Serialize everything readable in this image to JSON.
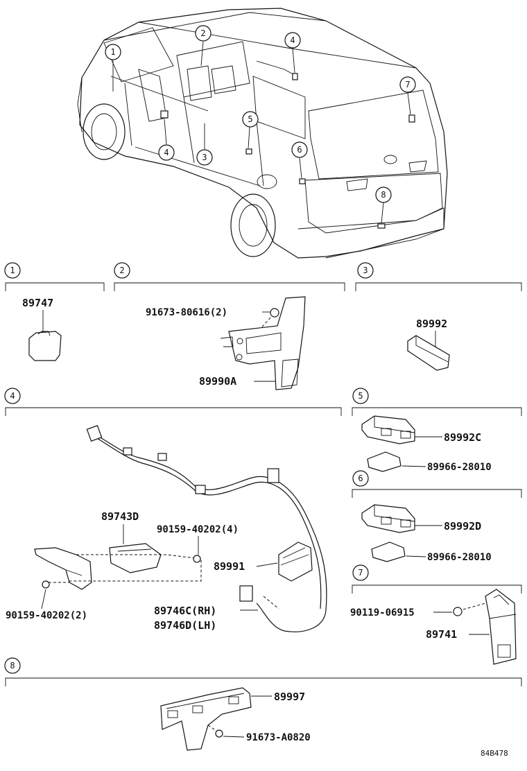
{
  "callouts": {
    "1": "1",
    "2": "2",
    "3": "3",
    "4": "4",
    "5": "5",
    "6": "6",
    "7": "7",
    "8": "8"
  },
  "sections": {
    "s1": {
      "number": "1",
      "parts": [
        "89747"
      ]
    },
    "s2": {
      "number": "2",
      "parts": [
        "91673-80616(2)",
        "89990A"
      ]
    },
    "s3": {
      "number": "3",
      "parts": [
        "89992"
      ]
    },
    "s4": {
      "number": "4",
      "parts": [
        "89743D",
        "90159-40202(4)",
        "89991",
        "90159-40202(2)",
        "89746C(RH)",
        "89746D(LH)"
      ]
    },
    "s5": {
      "number": "5",
      "parts": [
        "89992C",
        "89966-28010"
      ]
    },
    "s6": {
      "number": "6",
      "parts": [
        "89992D",
        "89966-28010"
      ]
    },
    "s7": {
      "number": "7",
      "parts": [
        "90119-06915",
        "89741"
      ]
    },
    "s8": {
      "number": "8",
      "parts": [
        "89997",
        "91673-A0820"
      ]
    }
  },
  "drawing_code": "84B478"
}
